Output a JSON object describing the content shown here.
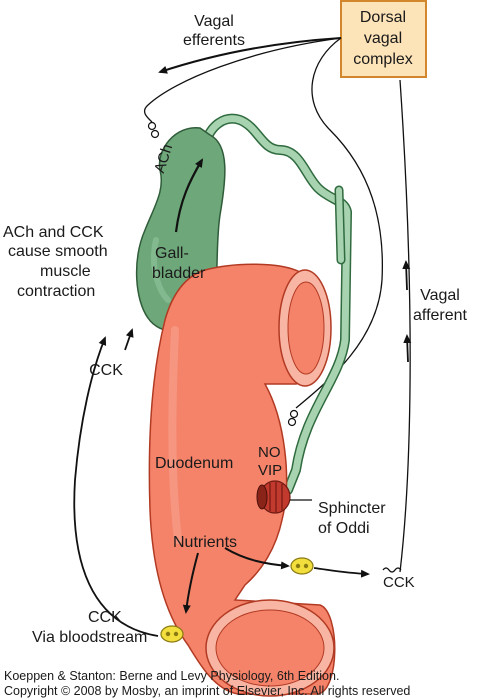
{
  "complex_box": {
    "line1": "Dorsal",
    "line2": "vagal",
    "line3": "complex"
  },
  "labels": {
    "vagal_efferents_1": "Vagal",
    "vagal_efferents_2": "efferents",
    "ach": "ACh",
    "smooth_1": "ACh and CCK",
    "smooth_2": "cause smooth",
    "smooth_3": "muscle",
    "smooth_4": "contraction",
    "gall_1": "Gall-",
    "gall_2": "bladder",
    "vagal_afferent_1": "Vagal",
    "vagal_afferent_2": "afferent",
    "cck_left": "CCK",
    "duodenum": "Duodenum",
    "no": "NO",
    "vip": "VIP",
    "sphincter_1": "Sphincter",
    "sphincter_2": "of Oddi",
    "nutrients": "Nutrients",
    "cck_bottom_right": "CCK",
    "cck_bottom_left": "CCK",
    "via_bloodstream": "Via bloodstream"
  },
  "credit": {
    "line1": "Koeppen & Stanton: Berne and Levy Physiology, 6th Edition.",
    "line2": "Copyright © 2008 by Mosby, an imprint of Elsevier, Inc. All rights reserved"
  },
  "colors": {
    "box_fill": "#fde3b8",
    "box_stroke": "#d2872c",
    "gallbladder": "#6ea77a",
    "duct": "#a8d3b0",
    "duodenum": "#f4836a",
    "duodenum_light": "#f8a48f",
    "sphincter": "#c23a2e",
    "cell": "#f2de3c"
  }
}
